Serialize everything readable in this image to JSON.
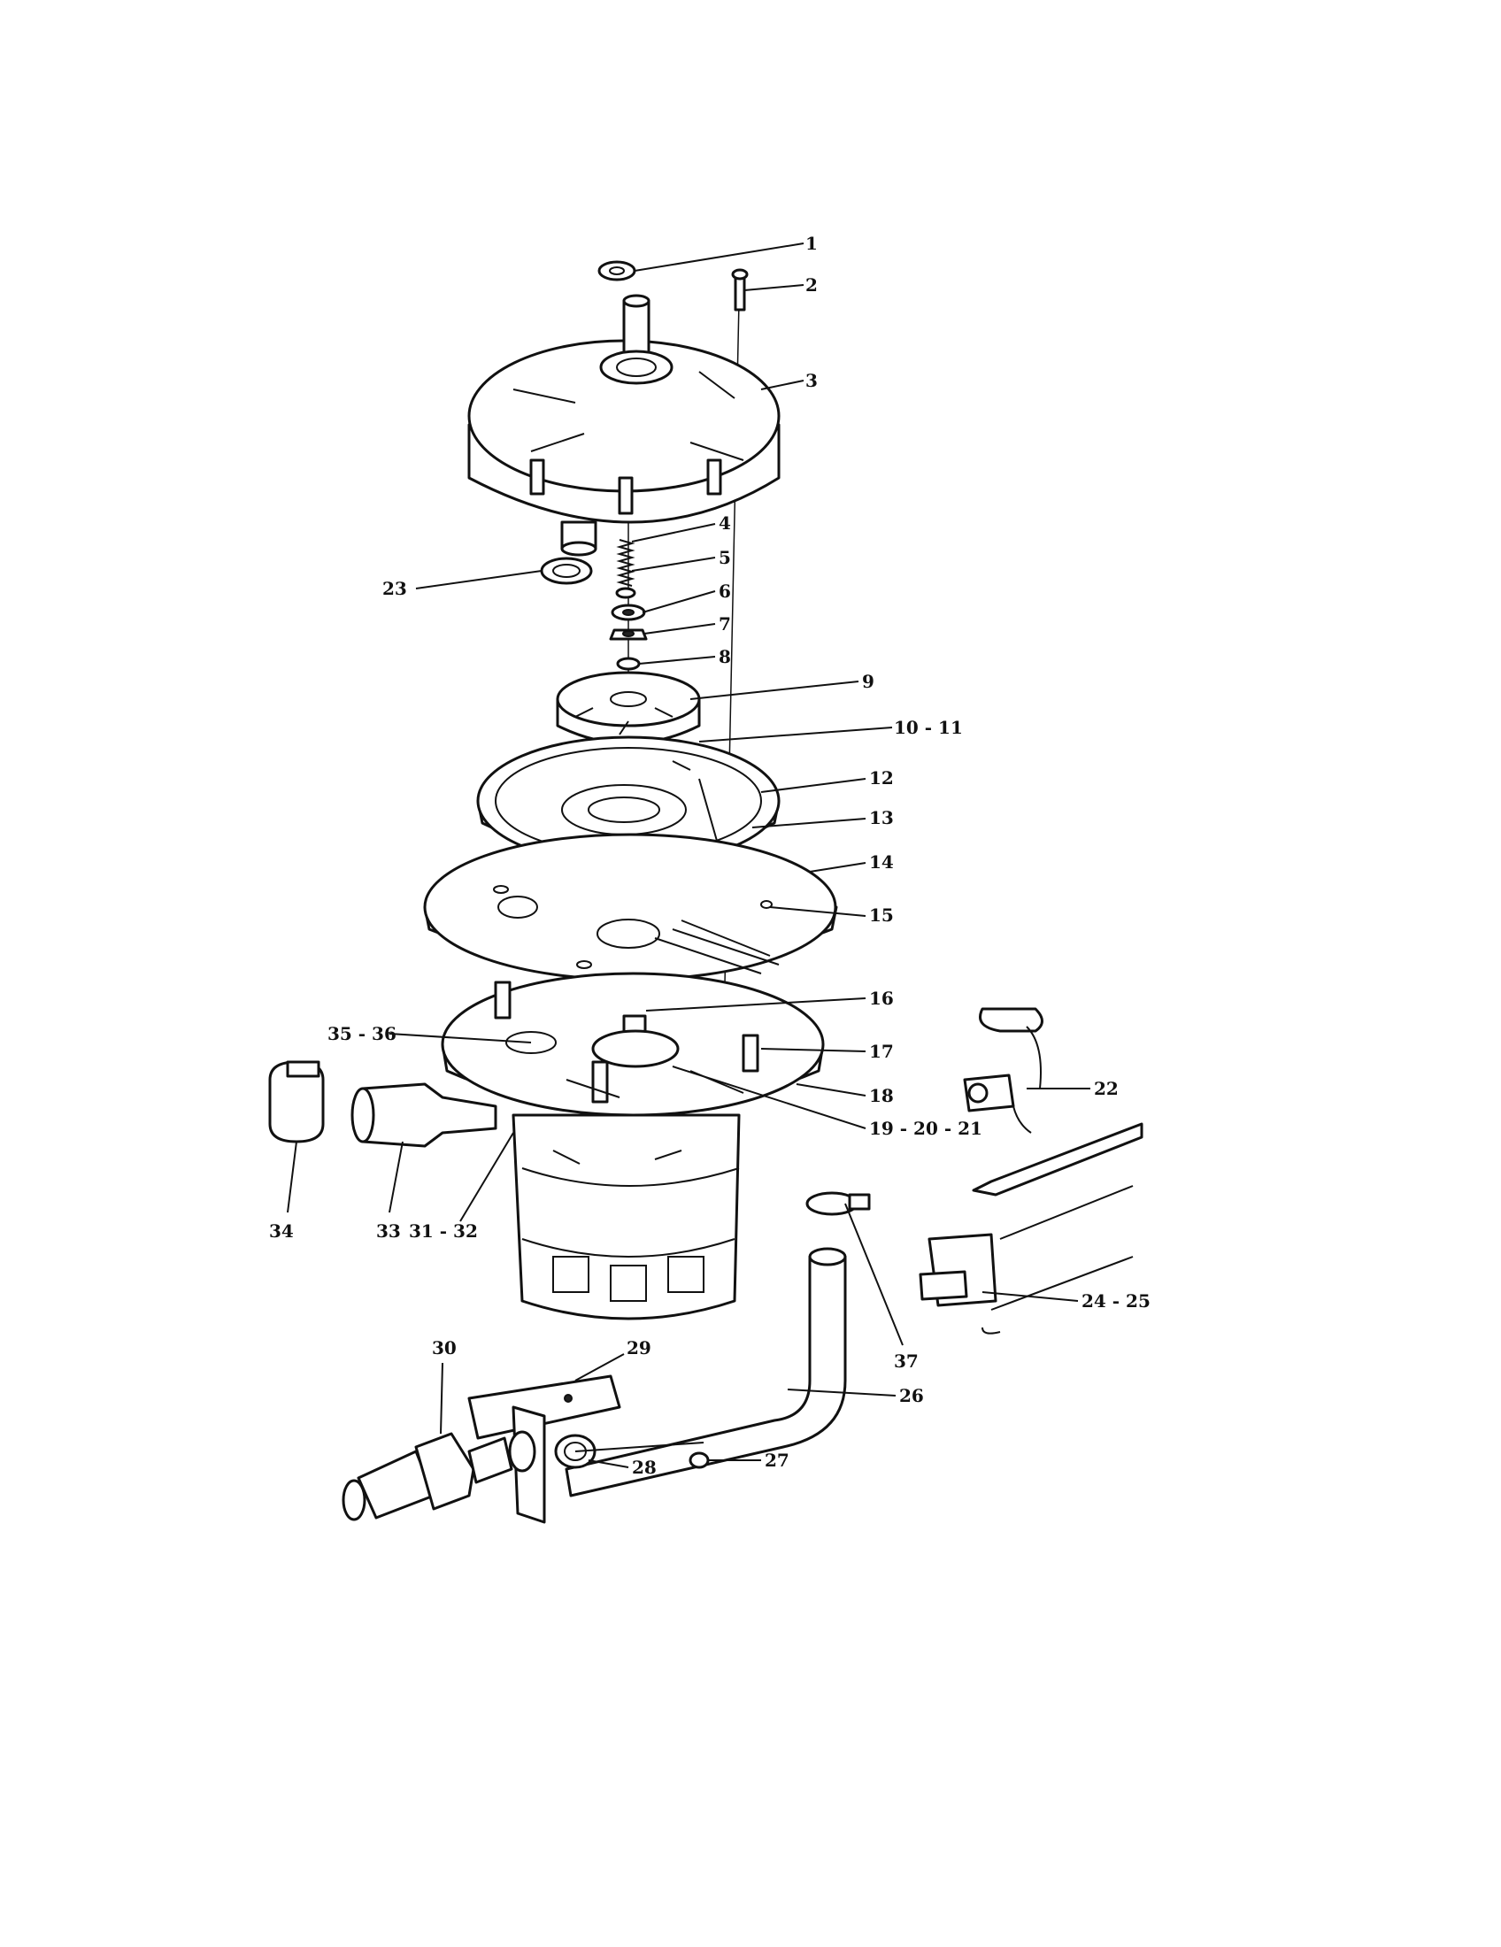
{
  "diagram": {
    "type": "exploded parts view",
    "colors": {
      "ink": "#111111",
      "paper": "#ffffff"
    },
    "callouts": [
      {
        "id": "1",
        "text": "1"
      },
      {
        "id": "2",
        "text": "2"
      },
      {
        "id": "3",
        "text": "3"
      },
      {
        "id": "4",
        "text": "4"
      },
      {
        "id": "5",
        "text": "5"
      },
      {
        "id": "6",
        "text": "6"
      },
      {
        "id": "7",
        "text": "7"
      },
      {
        "id": "8",
        "text": "8"
      },
      {
        "id": "9",
        "text": "9"
      },
      {
        "id": "10-11",
        "text": "10 - 11"
      },
      {
        "id": "12",
        "text": "12"
      },
      {
        "id": "13",
        "text": "13"
      },
      {
        "id": "14",
        "text": "14"
      },
      {
        "id": "15",
        "text": "15"
      },
      {
        "id": "16",
        "text": "16"
      },
      {
        "id": "17",
        "text": "17"
      },
      {
        "id": "18",
        "text": "18"
      },
      {
        "id": "19-20-21",
        "text": "19 - 20 - 21"
      },
      {
        "id": "22",
        "text": "22"
      },
      {
        "id": "23",
        "text": "23"
      },
      {
        "id": "24-25",
        "text": "24 - 25"
      },
      {
        "id": "26",
        "text": "26"
      },
      {
        "id": "27",
        "text": "27"
      },
      {
        "id": "28",
        "text": "28"
      },
      {
        "id": "29",
        "text": "29"
      },
      {
        "id": "30",
        "text": "30"
      },
      {
        "id": "31-32",
        "text": "31 - 32"
      },
      {
        "id": "33",
        "text": "33"
      },
      {
        "id": "34",
        "text": "34"
      },
      {
        "id": "35-36",
        "text": "35 - 36"
      },
      {
        "id": "37",
        "text": "37"
      }
    ]
  }
}
